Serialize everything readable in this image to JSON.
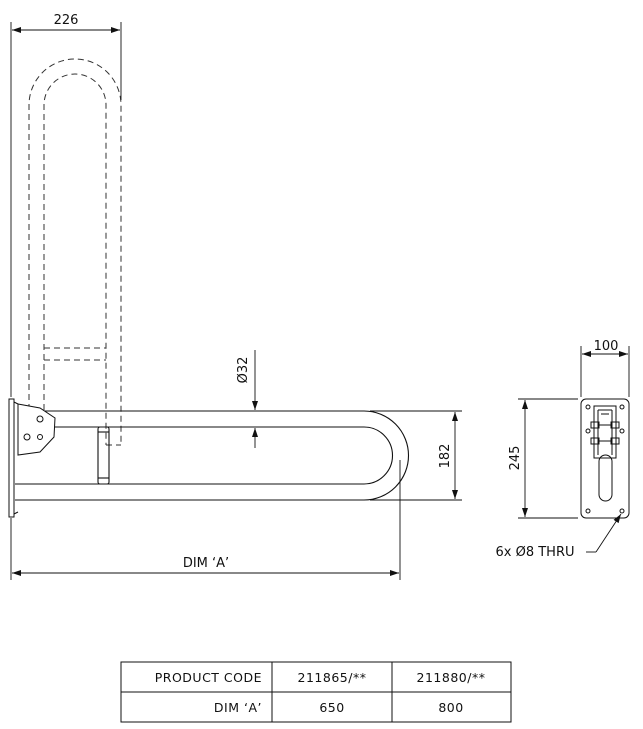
{
  "dimensions": {
    "top_width": "226",
    "tube_diameter": "Ø32",
    "height_182": "182",
    "overall_length": "DIM ‘A’",
    "plate_width": "100",
    "plate_height": "245",
    "holes": "6x Ø8 THRU"
  },
  "table": {
    "header_label": "PRODUCT CODE",
    "row_label": "DIM ‘A’",
    "columns": [
      {
        "code": "211865/**",
        "dim_a": "650"
      },
      {
        "code": "211880/**",
        "dim_a": "800"
      }
    ]
  }
}
